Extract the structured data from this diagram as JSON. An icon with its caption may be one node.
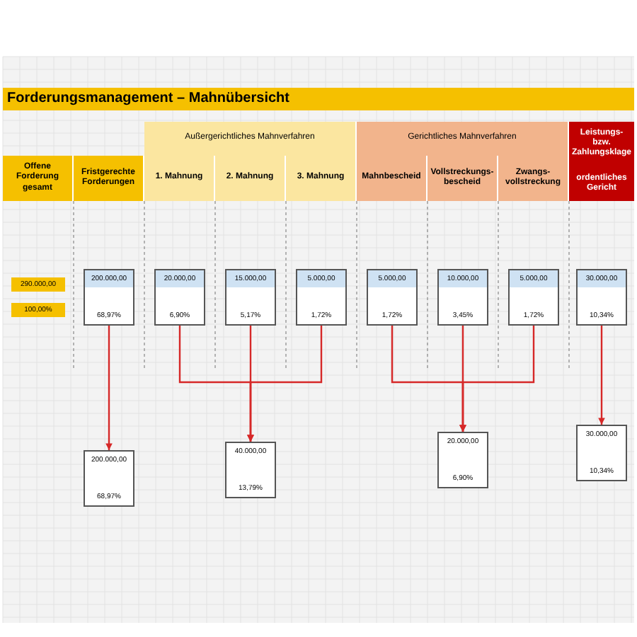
{
  "diagram": {
    "title": "Forderungsmanagement – Mahnübersicht",
    "nodes": [
      {
        "text": [
          "Außergerichtliches Mahnverfahren"
        ]
      },
      {
        "text": [
          "Gerichtliches Mahnverfahren"
        ]
      },
      {
        "text": [
          "Leistungs- bzw. Zahlungsklage",
          "ordentliches Gericht"
        ]
      },
      {
        "text": [
          "Offene Forderung gesamt"
        ]
      },
      {
        "text": [
          "Fristgerechte Forderungen"
        ]
      },
      {
        "text": [
          "1. Mahnung"
        ]
      },
      {
        "text": [
          "2. Mahnung"
        ]
      },
      {
        "text": [
          "3. Mahnung"
        ]
      },
      {
        "text": [
          "Mahnbescheid"
        ]
      },
      {
        "text": [
          "Vollstreckungs-bescheid"
        ]
      },
      {
        "text": [
          "Zwangs-vollstreckung"
        ]
      },
      {
        "text": [
          "290.000,00"
        ]
      },
      {
        "text": [
          "100,00%"
        ]
      },
      {
        "text": [
          "200.000,00",
          "68,97%"
        ]
      },
      {
        "text": [
          "20.000,00",
          "6,90%"
        ]
      },
      {
        "text": [
          "15.000,00",
          "5,17%"
        ]
      },
      {
        "text": [
          "5.000,00",
          "1,72%"
        ]
      },
      {
        "text": [
          "5.000,00",
          "1,72%"
        ]
      },
      {
        "text": [
          "10.000,00",
          "3,45%"
        ]
      },
      {
        "text": [
          "5.000,00",
          "1,72%"
        ]
      },
      {
        "text": [
          "30.000,00",
          "10,34%"
        ]
      },
      {
        "text": [
          "200.000,00",
          "68,97%"
        ]
      },
      {
        "text": [
          "40.000,00",
          "13,79%"
        ]
      },
      {
        "text": [
          "20.000,00",
          "6,90%"
        ]
      },
      {
        "text": [
          "30.000,00",
          "10,34%"
        ]
      }
    ],
    "edges": [
      {
        "from": 13,
        "to": 21,
        "arrow": "to"
      },
      {
        "from": 14,
        "to": 22,
        "arrow": "to"
      },
      {
        "from": 15,
        "to": 22,
        "arrow": "to"
      },
      {
        "from": 16,
        "to": 22,
        "arrow": "to"
      },
      {
        "from": 17,
        "to": 23,
        "arrow": "to"
      },
      {
        "from": 18,
        "to": 23,
        "arrow": "to"
      },
      {
        "from": 19,
        "to": 23,
        "arrow": "to"
      },
      {
        "from": 20,
        "to": 24,
        "arrow": "to"
      }
    ]
  }
}
